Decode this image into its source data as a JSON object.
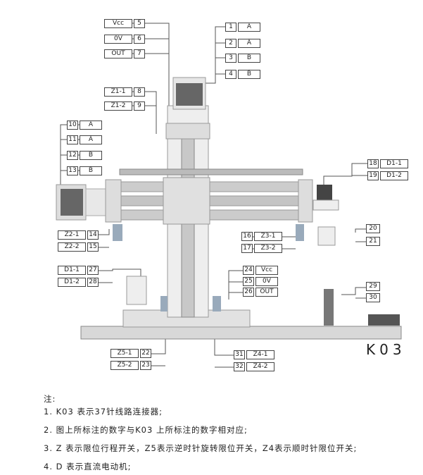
{
  "labels_left_top": [
    [
      "Vcc",
      "5"
    ],
    [
      "0V",
      "6"
    ],
    [
      "OUT",
      "7"
    ],
    [
      "Z1-1",
      "8"
    ],
    [
      "Z1-2",
      "9"
    ]
  ],
  "labels_right_top": [
    [
      "1",
      "A"
    ],
    [
      "2",
      "Ā"
    ],
    [
      "3",
      "B"
    ],
    [
      "4",
      "B̄"
    ]
  ],
  "labels_left_motor": [
    [
      "10",
      "A"
    ],
    [
      "11",
      "Ā"
    ],
    [
      "12",
      "B"
    ],
    [
      "13",
      "B̄"
    ]
  ],
  "labels_right_motor": [
    [
      "18",
      "D1-1"
    ],
    [
      "19",
      "D1-2"
    ]
  ],
  "labels_z2": [
    [
      "Z2-1",
      "14"
    ],
    [
      "Z2-2",
      "15"
    ]
  ],
  "labels_z3": [
    [
      "16",
      "Z3-1"
    ],
    [
      "17",
      "Z3-2"
    ]
  ],
  "labels_gripper": [
    "20",
    "21"
  ],
  "labels_d1": [
    [
      "D1-1",
      "27"
    ],
    [
      "D1-2",
      "28"
    ]
  ],
  "labels_sensor": [
    [
      "24",
      "Vcc"
    ],
    [
      "25",
      "0V"
    ],
    [
      "26",
      "OUT"
    ]
  ],
  "labels_right_bottom": [
    "29",
    "30"
  ],
  "labels_z5": [
    [
      "Z5-1",
      "22"
    ],
    [
      "Z5-2",
      "23"
    ]
  ],
  "labels_z4": [
    [
      "31",
      "Z4-1"
    ],
    [
      "32",
      "Z4-2"
    ]
  ],
  "connector": "K03",
  "notes": {
    "title": "注:",
    "items": [
      "1. K03 表示37针线路连接器;",
      "2. 图上所标注的数字与K03 上所标注的数字相对应;",
      "3. Z 表示限位行程开关，Z5表示逆时针旋转限位开关，Z4表示顺时针限位开关;",
      "4. D 表示直流电动机;"
    ]
  }
}
